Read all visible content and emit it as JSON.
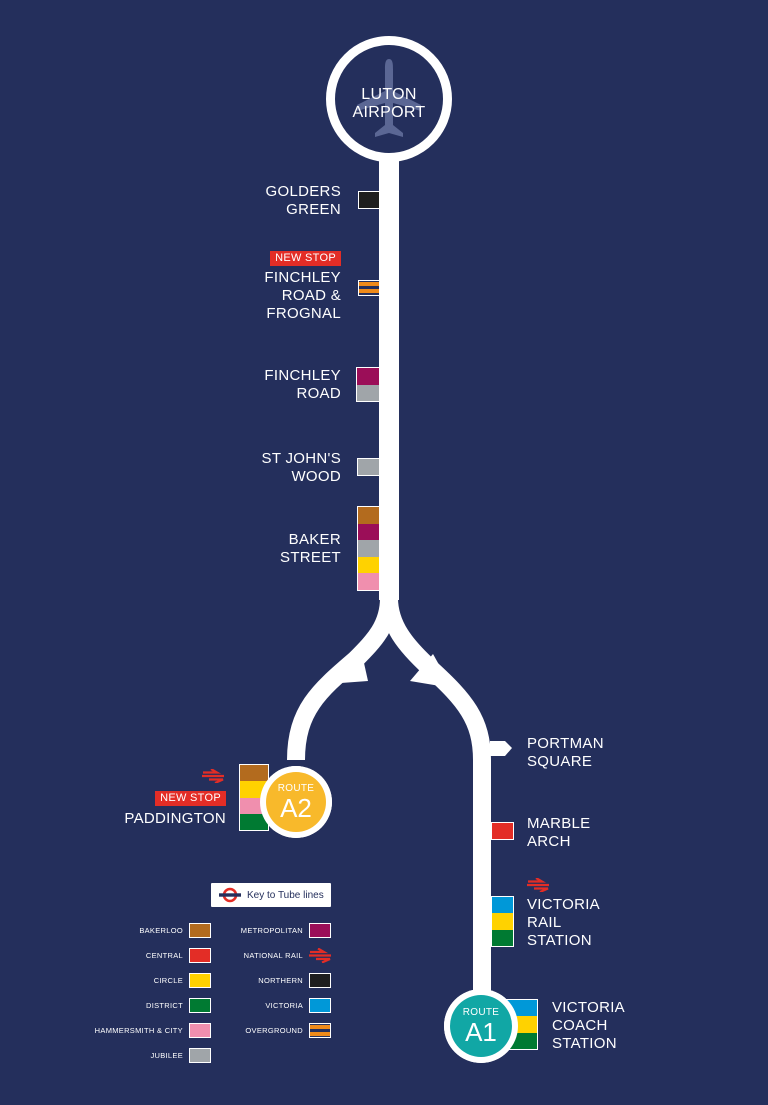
{
  "colors": {
    "background": "#242f5c",
    "line": "#ffffff",
    "bakerloo": "#b36b1e",
    "central": "#e32d26",
    "circle": "#ffd200",
    "district": "#007a32",
    "hammersmith_city": "#f08fae",
    "jubilee": "#a0a5a9",
    "metropolitan": "#9b0e58",
    "national_rail": "#e32d26",
    "northern": "#1e1e1e",
    "victoria": "#0098d8",
    "overground": "#ef8a1a",
    "route_a1": "#11a7a5",
    "route_a2": "#f8b92b",
    "new_stop_badge": "#e32d26"
  },
  "origin": {
    "line1": "LUTON",
    "line2": "AIRPORT",
    "icon": "airplane-icon"
  },
  "stops": [
    {
      "name_lines": [
        "GOLDERS",
        "GREEN"
      ],
      "new_stop": false,
      "lines": [
        "northern"
      ]
    },
    {
      "name_lines": [
        "FINCHLEY",
        "ROAD &",
        "FROGNAL"
      ],
      "new_stop": true,
      "new_stop_label": "NEW STOP",
      "lines": [
        "overground"
      ]
    },
    {
      "name_lines": [
        "FINCHLEY",
        "ROAD"
      ],
      "new_stop": false,
      "lines": [
        "metropolitan",
        "jubilee"
      ]
    },
    {
      "name_lines": [
        "ST JOHN'S",
        "WOOD"
      ],
      "new_stop": false,
      "lines": [
        "jubilee"
      ]
    },
    {
      "name_lines": [
        "BAKER",
        "STREET"
      ],
      "new_stop": false,
      "lines": [
        "bakerloo",
        "metropolitan",
        "jubilee",
        "circle",
        "hammersmith_city"
      ]
    }
  ],
  "route_a2": {
    "route_label": "ROUTE",
    "route_number": "A2",
    "stops": [
      {
        "name_lines": [
          "PADDINGTON"
        ],
        "new_stop": true,
        "new_stop_label": "NEW STOP",
        "national_rail": true,
        "lines": [
          "bakerloo",
          "circle",
          "hammersmith_city",
          "district"
        ]
      }
    ]
  },
  "route_a1": {
    "route_label": "ROUTE",
    "route_number": "A1",
    "stops": [
      {
        "name_lines": [
          "PORTMAN",
          "SQUARE"
        ],
        "new_stop": false,
        "lines": []
      },
      {
        "name_lines": [
          "MARBLE",
          "ARCH"
        ],
        "new_stop": false,
        "lines": [
          "central"
        ]
      },
      {
        "name_lines": [
          "VICTORIA",
          "RAIL",
          "STATION"
        ],
        "new_stop": false,
        "national_rail": true,
        "lines": [
          "victoria",
          "circle",
          "district"
        ]
      },
      {
        "name_lines": [
          "VICTORIA",
          "COACH",
          "STATION"
        ],
        "new_stop": false,
        "lines": [
          "victoria",
          "circle",
          "district"
        ]
      }
    ]
  },
  "key": {
    "title": "Key to Tube lines",
    "icon": "roundel-icon",
    "left": [
      {
        "label": "BAKERLOO",
        "line": "bakerloo"
      },
      {
        "label": "CENTRAL",
        "line": "central"
      },
      {
        "label": "CIRCLE",
        "line": "circle"
      },
      {
        "label": "DISTRICT",
        "line": "district"
      },
      {
        "label": "HAMMERSMITH & CITY",
        "line": "hammersmith_city"
      },
      {
        "label": "JUBILEE",
        "line": "jubilee"
      }
    ],
    "right": [
      {
        "label": "METROPOLITAN",
        "line": "metropolitan"
      },
      {
        "label": "NATIONAL RAIL",
        "line": "national_rail"
      },
      {
        "label": "NORTHERN",
        "line": "northern"
      },
      {
        "label": "VICTORIA",
        "line": "victoria"
      },
      {
        "label": "OVERGROUND",
        "line": "overground"
      }
    ]
  }
}
